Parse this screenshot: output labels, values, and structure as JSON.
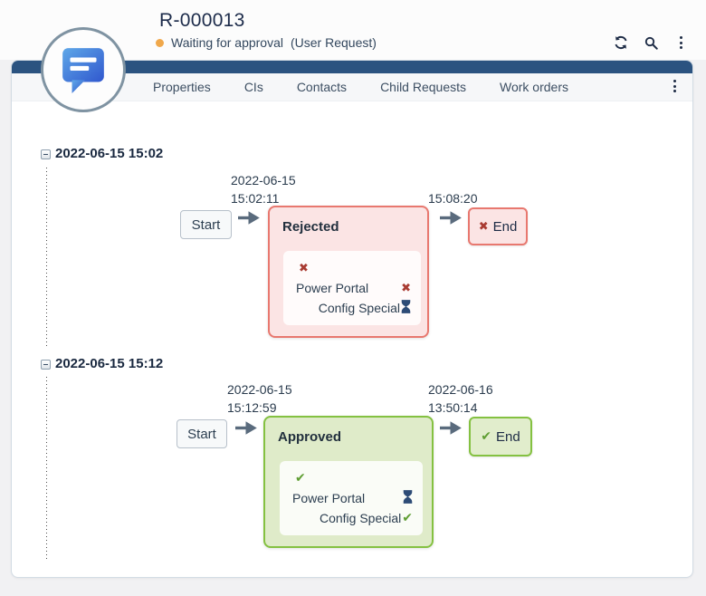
{
  "header": {
    "title": "R-000013",
    "status_label": "Waiting for approval",
    "status_class": "(User Request)",
    "status_dot_color": "#F0A84B",
    "toolbar_icons": [
      "refresh-icon",
      "search-icon",
      "kebab-menu-icon"
    ]
  },
  "tabs": {
    "items": [
      {
        "label": "Properties"
      },
      {
        "label": "CIs"
      },
      {
        "label": "Contacts"
      },
      {
        "label": "Child Requests"
      },
      {
        "label": "Work orders"
      }
    ],
    "overflow_icon": "kebab-menu-icon"
  },
  "approval_timeline": {
    "sections": [
      {
        "header": "2022-06-15 15:02",
        "start": {
          "label": "Start",
          "date": "2022-06-15",
          "time": "15:02:11"
        },
        "result": "Rejected",
        "result_state": "rejected",
        "summary_icon": "cross-icon",
        "approvers": [
          {
            "name": "Power Portal",
            "icon": "cross-icon"
          },
          {
            "name": "Config Special",
            "icon": "hourglass-icon"
          }
        ],
        "end": {
          "label": "End",
          "date": "",
          "time": "15:08:20",
          "icon": "cross-icon"
        }
      },
      {
        "header": "2022-06-15 15:12",
        "start": {
          "label": "Start",
          "date": "2022-06-15",
          "time": "15:12:59"
        },
        "result": "Approved",
        "result_state": "approved",
        "summary_icon": "check-icon",
        "approvers": [
          {
            "name": "Power Portal",
            "icon": "hourglass-icon"
          },
          {
            "name": "Config Special",
            "icon": "check-icon"
          }
        ],
        "end": {
          "label": "End",
          "date": "2022-06-16",
          "time": "13:50:14",
          "icon": "check-icon"
        }
      }
    ]
  },
  "icons": {
    "refresh": "circular-arrows",
    "search": "magnifier",
    "kebab": "vertical-dots",
    "collapse": "minus-box",
    "cross": "✖",
    "check": "✔",
    "hourglass": "⌛",
    "arrow": "→",
    "object_badge": "speech-bubble"
  },
  "colors": {
    "topbar": "#2B5380",
    "page_background": "#F1F1F3",
    "rejected_bg": "#FBE4E4",
    "rejected_border": "#E8786F",
    "approved_bg": "#DFEBC9",
    "approved_border": "#84C141",
    "cross": "#A93B32",
    "check": "#5F9E33",
    "hourglass": "#2D4B76",
    "status_dot": "#F0A84B"
  }
}
